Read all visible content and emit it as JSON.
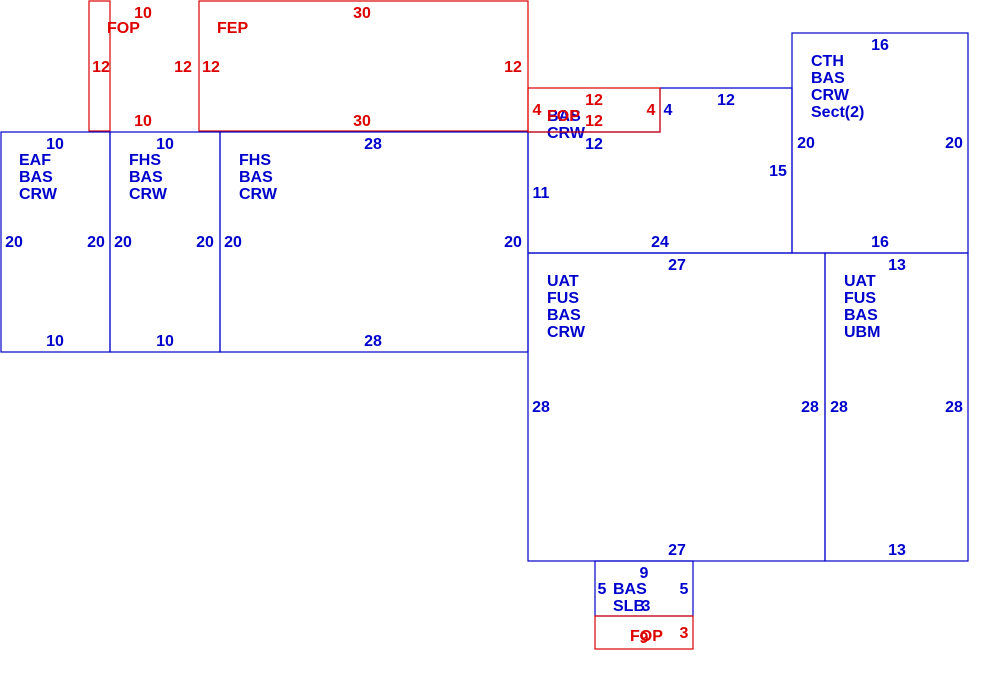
{
  "colors": {
    "existing": "#0000cc",
    "proposed": "#dd0000"
  },
  "sections": [
    {
      "id": "fop-top",
      "color": "proposed",
      "codes": [
        "FOP"
      ],
      "dims": [
        "10",
        "12",
        "10",
        "12"
      ]
    },
    {
      "id": "fep",
      "color": "proposed",
      "codes": [
        "FEP"
      ],
      "dims": [
        "30",
        "12",
        "30",
        "12"
      ]
    },
    {
      "id": "eaf",
      "color": "existing",
      "codes": [
        "EAF",
        "BAS",
        "CRW"
      ],
      "dims": [
        "10",
        "20",
        "10",
        "20"
      ]
    },
    {
      "id": "fhs-1",
      "color": "existing",
      "codes": [
        "FHS",
        "BAS",
        "CRW"
      ],
      "dims": [
        "10",
        "20",
        "10",
        "20"
      ]
    },
    {
      "id": "fhs-2",
      "color": "existing",
      "codes": [
        "FHS",
        "BAS",
        "CRW"
      ],
      "dims": [
        "28",
        "20",
        "28",
        "20"
      ]
    },
    {
      "id": "bas-crw",
      "color": "existing",
      "codes": [
        "BAS",
        "CRW"
      ],
      "dims": [
        "12",
        "4",
        "12",
        "15",
        "24",
        "11"
      ]
    },
    {
      "id": "fop-small",
      "color": "proposed",
      "codes": [
        "FOP"
      ],
      "dims": [
        "12",
        "4",
        "12",
        "4"
      ]
    },
    {
      "id": "cth",
      "color": "existing",
      "codes": [
        "CTH",
        "BAS",
        "CRW",
        "Sect(2)"
      ],
      "dims": [
        "16",
        "20",
        "16",
        "20"
      ]
    },
    {
      "id": "uat-1",
      "color": "existing",
      "codes": [
        "UAT",
        "FUS",
        "BAS",
        "CRW"
      ],
      "dims": [
        "27",
        "28",
        "27",
        "28"
      ]
    },
    {
      "id": "uat-2",
      "color": "existing",
      "codes": [
        "UAT",
        "FUS",
        "BAS",
        "UBM"
      ],
      "dims": [
        "13",
        "28",
        "13",
        "28"
      ]
    },
    {
      "id": "slb",
      "color": "existing",
      "codes": [
        "BAS",
        "SLB"
      ],
      "dims": [
        "9",
        "5",
        "3",
        "5"
      ]
    },
    {
      "id": "fop-bottom",
      "color": "proposed",
      "codes": [
        "FOP"
      ],
      "dims": [
        "9",
        "3"
      ]
    }
  ]
}
